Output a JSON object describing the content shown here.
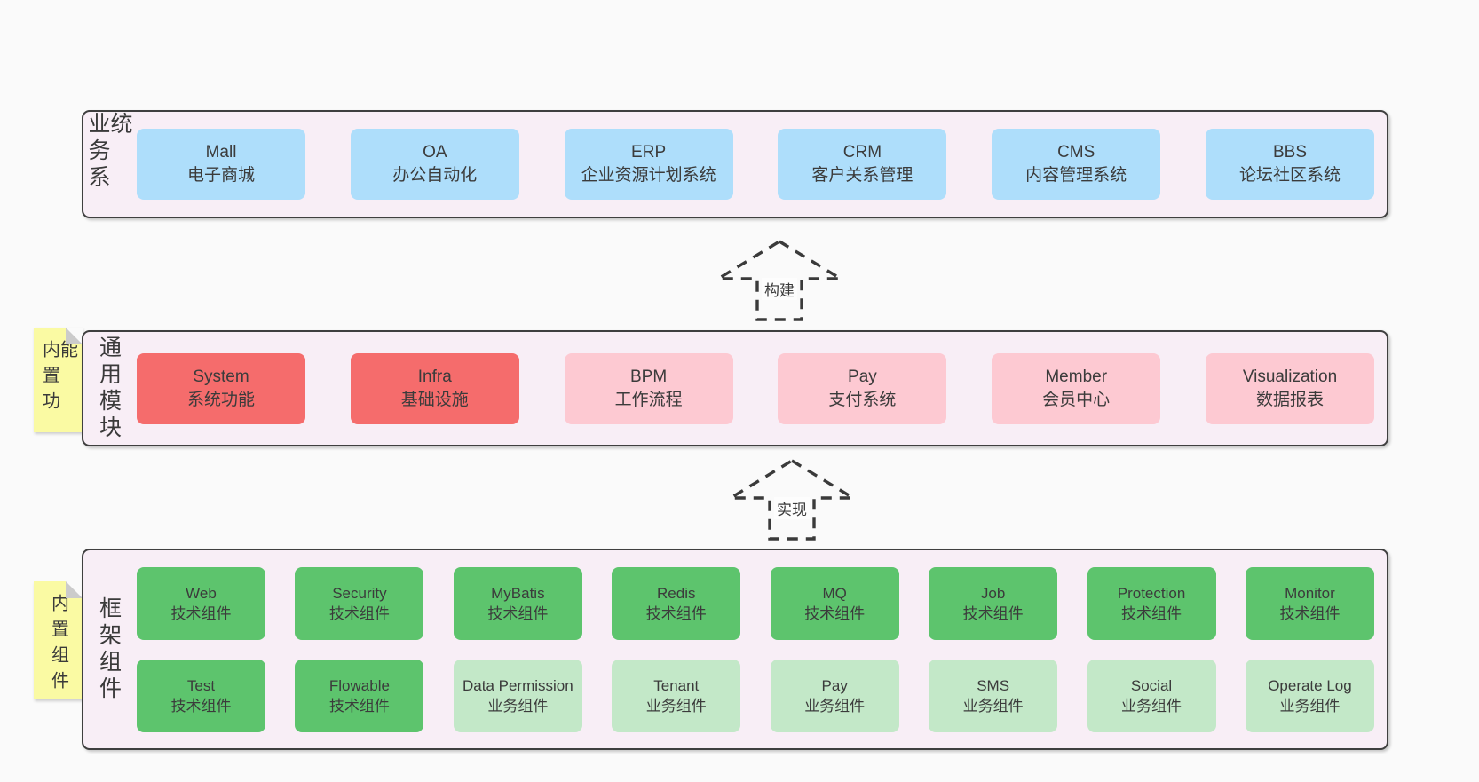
{
  "colors": {
    "canvas_bg": "#fafafa",
    "layer_bg": "#f8eef6",
    "layer_border": "#3f3f3f",
    "box_blue": "#aedefb",
    "box_red": "#f56c6c",
    "box_pink": "#fdc9d2",
    "box_green": "#5dc46d",
    "box_green_light": "#c3e8c8",
    "note_yellow": "#fafaa3",
    "text": "#3b3b3b"
  },
  "arrows": [
    {
      "label": "构建"
    },
    {
      "label": "实现"
    }
  ],
  "layers": [
    {
      "label": "业务系统",
      "boxes": [
        {
          "en": "Mall",
          "zh": "电子商城",
          "variant": "blue"
        },
        {
          "en": "OA",
          "zh": "办公自动化",
          "variant": "blue"
        },
        {
          "en": "ERP",
          "zh": "企业资源计划系统",
          "variant": "blue"
        },
        {
          "en": "CRM",
          "zh": "客户关系管理",
          "variant": "blue"
        },
        {
          "en": "CMS",
          "zh": "内容管理系统",
          "variant": "blue"
        },
        {
          "en": "BBS",
          "zh": "论坛社区系统",
          "variant": "blue"
        }
      ]
    },
    {
      "label": "通用模块",
      "note": "内置功能",
      "boxes": [
        {
          "en": "System",
          "zh": "系统功能",
          "variant": "red"
        },
        {
          "en": "Infra",
          "zh": "基础设施",
          "variant": "red"
        },
        {
          "en": "BPM",
          "zh": "工作流程",
          "variant": "pink"
        },
        {
          "en": "Pay",
          "zh": "支付系统",
          "variant": "pink"
        },
        {
          "en": "Member",
          "zh": "会员中心",
          "variant": "pink"
        },
        {
          "en": "Visualization",
          "zh": "数据报表",
          "variant": "pink"
        }
      ]
    },
    {
      "label": "框架组件",
      "note": "内置组件",
      "rows": [
        [
          {
            "en": "Web",
            "zh": "技术组件",
            "variant": "green"
          },
          {
            "en": "Security",
            "zh": "技术组件",
            "variant": "green"
          },
          {
            "en": "MyBatis",
            "zh": "技术组件",
            "variant": "green"
          },
          {
            "en": "Redis",
            "zh": "技术组件",
            "variant": "green"
          },
          {
            "en": "MQ",
            "zh": "技术组件",
            "variant": "green"
          },
          {
            "en": "Job",
            "zh": "技术组件",
            "variant": "green"
          },
          {
            "en": "Protection",
            "zh": "技术组件",
            "variant": "green"
          },
          {
            "en": "Monitor",
            "zh": "技术组件",
            "variant": "green"
          }
        ],
        [
          {
            "en": "Test",
            "zh": "技术组件",
            "variant": "green"
          },
          {
            "en": "Flowable",
            "zh": "技术组件",
            "variant": "green"
          },
          {
            "en": "Data Permission",
            "zh": "业务组件",
            "variant": "green-light"
          },
          {
            "en": "Tenant",
            "zh": "业务组件",
            "variant": "green-light"
          },
          {
            "en": "Pay",
            "zh": "业务组件",
            "variant": "green-light"
          },
          {
            "en": "SMS",
            "zh": "业务组件",
            "variant": "green-light"
          },
          {
            "en": "Social",
            "zh": "业务组件",
            "variant": "green-light"
          },
          {
            "en": "Operate Log",
            "zh": "业务组件",
            "variant": "green-light"
          }
        ]
      ]
    }
  ]
}
